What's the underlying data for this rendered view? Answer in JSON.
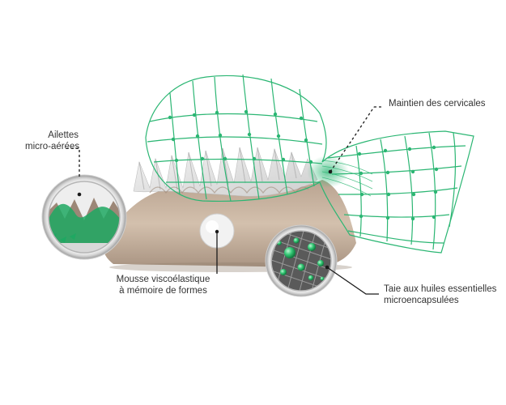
{
  "labels": {
    "ailettes": [
      "Ailettes",
      "micro-aérées"
    ],
    "maintien": "Maintien des cervicales",
    "mousse": [
      "Mousse viscoélastique",
      "à mémoire de formes"
    ],
    "taie": [
      "Taie aux huiles essentielles",
      "microencapsulées"
    ]
  },
  "colors": {
    "mesh": "#2bb673",
    "pillow_side": "#cbb7a4",
    "pillow_top": "#e9e9e9",
    "leader": "#1a1a1a"
  }
}
